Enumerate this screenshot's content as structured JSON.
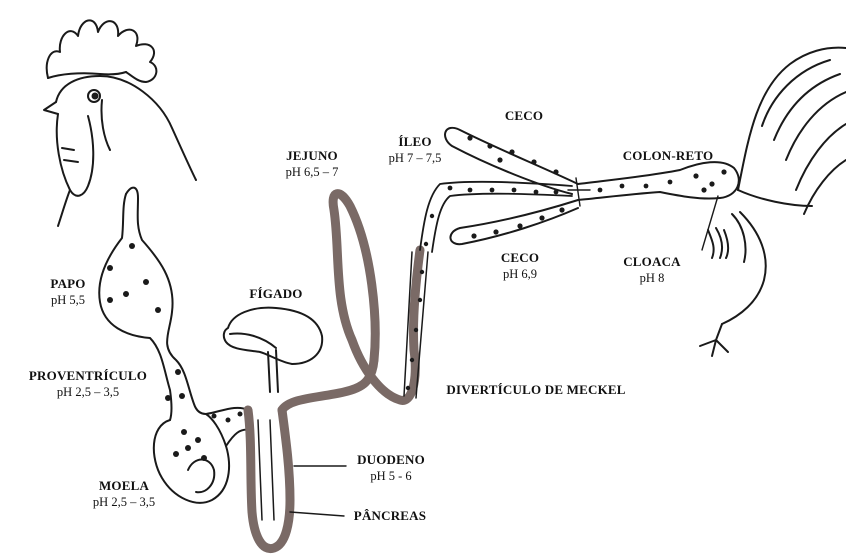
{
  "labels": {
    "papo": {
      "name": "PAPO",
      "ph": "pH 5,5"
    },
    "proventriculo": {
      "name": "PROVENTRÍCULO",
      "ph": "pH 2,5 – 3,5"
    },
    "moela": {
      "name": "MOELA",
      "ph": "pH 2,5 – 3,5"
    },
    "figado": {
      "name": "FÍGADO"
    },
    "jejuno": {
      "name": "JEJUNO",
      "ph": "pH 6,5 – 7"
    },
    "ileo": {
      "name": "ÍLEO",
      "ph": "pH 7 – 7,5"
    },
    "ceco_top": {
      "name": "CECO"
    },
    "ceco_bottom": {
      "name": "CECO",
      "ph": "pH 6,9"
    },
    "colon_reto": {
      "name": "COLON-RETO"
    },
    "cloaca": {
      "name": "CLOACA",
      "ph": "pH 8"
    },
    "diverticulo": {
      "name": "DIVERTÍCULO DE MECKEL"
    },
    "duodeno": {
      "name": "DUODENO",
      "ph": "pH 5 - 6"
    },
    "pancreas": {
      "name": "PÂNCREAS"
    }
  },
  "colors": {
    "ink": "#1a1a1a",
    "intestine": "#7a6a66",
    "background": "#ffffff"
  }
}
